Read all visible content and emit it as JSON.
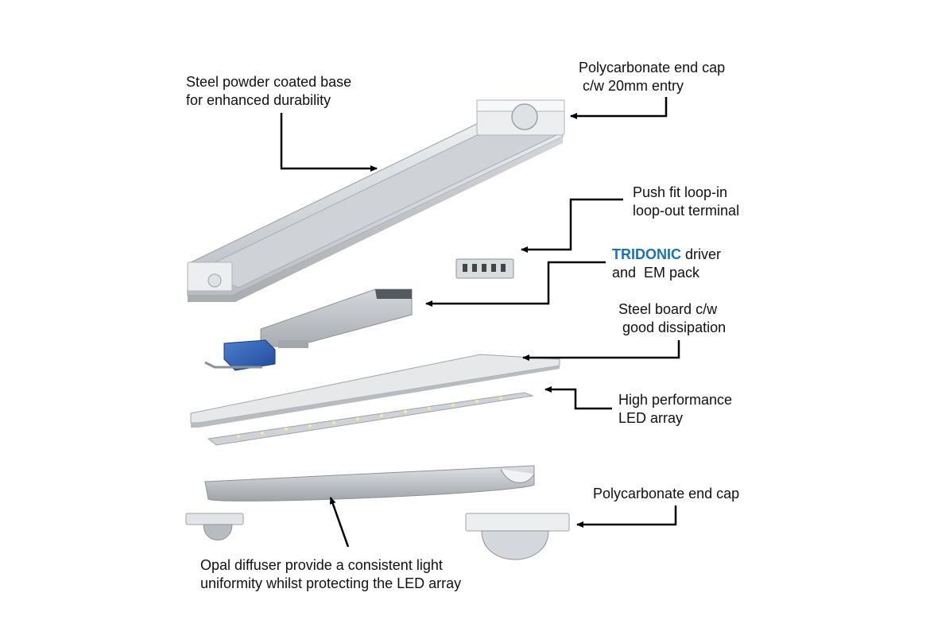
{
  "labels": {
    "base_line1": "Steel powder coated base",
    "base_line2": "for enhanced durability",
    "endcap_top_line1": "Polycarbonate end cap",
    "endcap_top_line2": " c/w 20mm entry",
    "terminal_line1": "Push fit loop-in",
    "terminal_line2": "loop-out terminal",
    "driver_brand": "TRIDONIC",
    "driver_line1_rest": " driver",
    "driver_line2": "and  EM pack",
    "board_line1": "Steel board c/w",
    "board_line2": " good dissipation",
    "led_line1": "High performance",
    "led_line2": "LED array",
    "endcap_bottom": "Polycarbonate end cap",
    "diffuser_line1": "Opal diffuser provide a consistent light",
    "diffuser_line2": "uniformity whilst protecting the LED array"
  },
  "colors": {
    "brand": "#1a73b5",
    "emergency_pack": "#2f5fb0",
    "metal": "#c9ccd0",
    "leader": "#000000"
  }
}
